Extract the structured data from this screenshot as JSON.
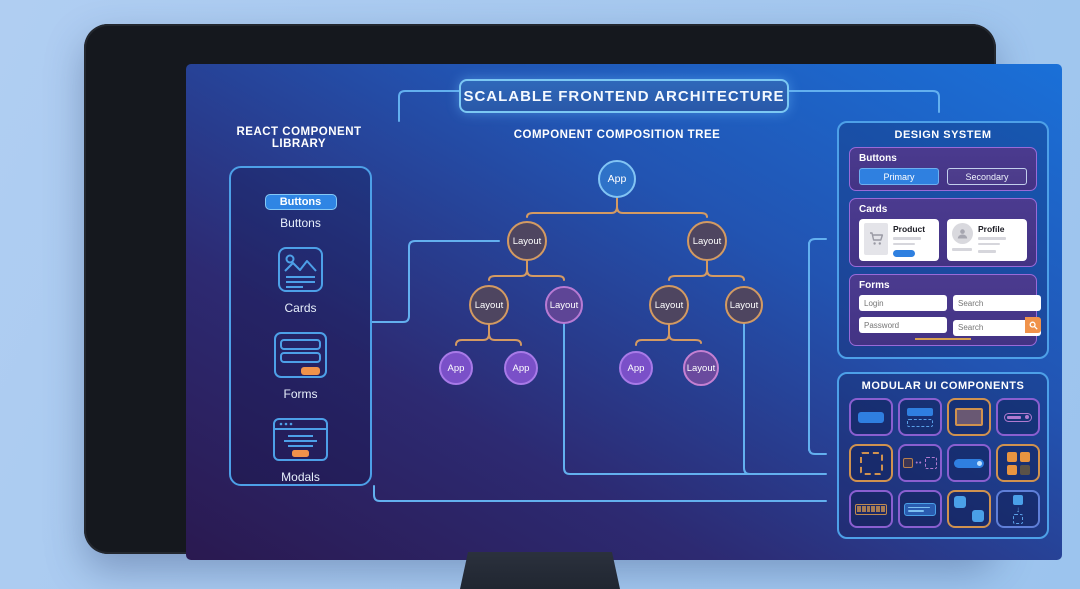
{
  "title": "SCALABLE FRONTEND ARCHITECTURE",
  "library": {
    "heading": "REACT COMPONENT LIBRARY",
    "button_label": "Buttons",
    "items": [
      {
        "label": "Buttons",
        "icon": "button-icon"
      },
      {
        "label": "Cards",
        "icon": "card-icon"
      },
      {
        "label": "Forms",
        "icon": "form-icon"
      },
      {
        "label": "Modals",
        "icon": "modal-icon"
      }
    ]
  },
  "tree": {
    "heading": "COMPONENT COMPOSITION TREE",
    "nodes": [
      {
        "label": "App",
        "variant": "root"
      },
      {
        "label": "Layout",
        "variant": "orange"
      },
      {
        "label": "Layout",
        "variant": "orange"
      },
      {
        "label": "Layout",
        "variant": "orange"
      },
      {
        "label": "Layout",
        "variant": "purple"
      },
      {
        "label": "Layout",
        "variant": "orange"
      },
      {
        "label": "Layout",
        "variant": "orange"
      },
      {
        "label": "App",
        "variant": "purple"
      },
      {
        "label": "App",
        "variant": "purple"
      },
      {
        "label": "App",
        "variant": "purple"
      },
      {
        "label": "Layout",
        "variant": "purple"
      }
    ]
  },
  "design_system": {
    "heading": "DESIGN SYSTEM",
    "buttons": {
      "label": "Buttons",
      "primary": "Primary",
      "secondary": "Secondary"
    },
    "cards": {
      "label": "Cards",
      "items": [
        {
          "title": "Product"
        },
        {
          "title": "Profile"
        }
      ]
    },
    "forms": {
      "label": "Forms",
      "fields": [
        "Login",
        "Search",
        "Password",
        "Search"
      ]
    }
  },
  "modular": {
    "heading": "MODULAR UI COMPONENTS",
    "tiles": [
      "button",
      "button-states",
      "panel",
      "pill-input",
      "dashed-dropzone",
      "drag-and-drop",
      "slider",
      "icon-grid",
      "segmented-progress",
      "toolbar",
      "checkbox-pair",
      "component-flow"
    ]
  },
  "colors": {
    "accent_blue": "#63b0ef",
    "accent_orange": "#d49a62",
    "primary_button": "#2f80e0",
    "panel_border": "#4da0e8",
    "card_purple": "#4b3b8f",
    "tile_purple": "#8a5fd0",
    "tile_orange": "#d0924f",
    "screen_top": "#1a70d8",
    "screen_bottom": "#2a1950"
  }
}
